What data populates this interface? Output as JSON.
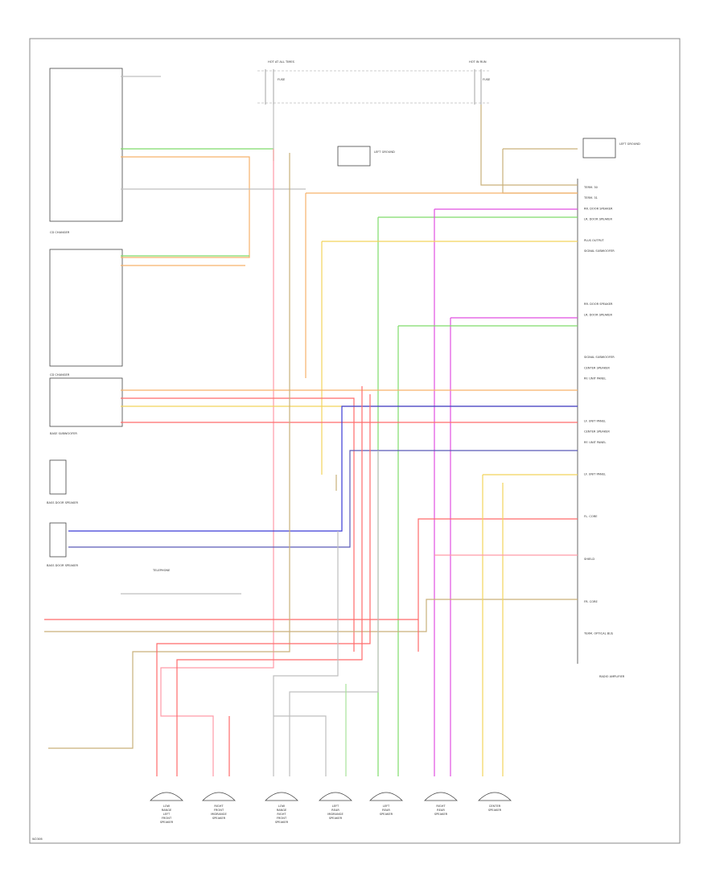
{
  "header": {
    "fuse_left_title": "HOT AT ALL TIMES",
    "fuse_right_title": "HOT IN RUN",
    "fuse_left_name": "FUSE",
    "fuse_right_name": "FUSE"
  },
  "components": {
    "cd_changer_1": "CD CHANGER",
    "cd_changer_2": "CD CHANGER",
    "base_subwoofer": "BASE SUBWOOFER",
    "base_door_speaker_1": "BASS DOOR SPEAKER",
    "base_door_speaker_2": "BASS DOOR SPEAKER",
    "telephone": "TELEPHONE",
    "radio_amplifier": "RADIO AMPLIFIER",
    "left_ground": "LEFT GROUND",
    "right_ground": "LEFT GROUND"
  },
  "speakers": [
    {
      "label": "LOW RANGE LEFT FRONT SPEAKER"
    },
    {
      "label": "RIGHT FRONT MIDRANGE SPEAKER"
    },
    {
      "label": "LOW RANGE RIGHT FRONT SPEAKER"
    },
    {
      "label": "LEFT REAR MIDRANGE SPEAKER"
    },
    {
      "label": "LEFT REAR SPEAKER"
    },
    {
      "label": "RIGHT REAR SPEAKER"
    },
    {
      "label": "CENTER SPEAKER"
    }
  ],
  "amp_pins": [
    "TERM. 30",
    "TERM. 31",
    "RR. DOOR SPEAKER",
    "LR. DOOR SPEAKER",
    "",
    "PLUS OUTPUT",
    "SIGNAL SUBWOOFER",
    "",
    "",
    "",
    "",
    "RR. DOOR SPEAKER",
    "LR. DOOR SPEAKER",
    "",
    "",
    "",
    "SIGNAL SUBWOOFER",
    "CENTER SPEAKER",
    "RF. UNIT PANEL",
    "",
    "",
    "",
    "LF. UNIT PANEL",
    "CENTER SPEAKER",
    "RF. UNIT PANEL",
    "",
    "",
    "LF. UNIT PANEL",
    "",
    "",
    "",
    "FL. CORE",
    "",
    "",
    "",
    "SHIELD",
    "",
    "",
    "",
    "FR. CORE",
    "",
    "",
    "TERM. OPTICAL BUS"
  ],
  "footer": {
    "figure_id": "W2306"
  },
  "colors": {
    "red": "#ff6b6b",
    "pink": "#ff9aa8",
    "green": "#7fdc6a",
    "yellow": "#f2d45c",
    "orange": "#f6b26b",
    "magenta": "#e14fe1",
    "blue": "#3b3bd6",
    "navy": "#5a5ab8",
    "tan": "#c9b07a",
    "gray": "#bfbfbf",
    "lightgreen": "#a8e39a"
  }
}
